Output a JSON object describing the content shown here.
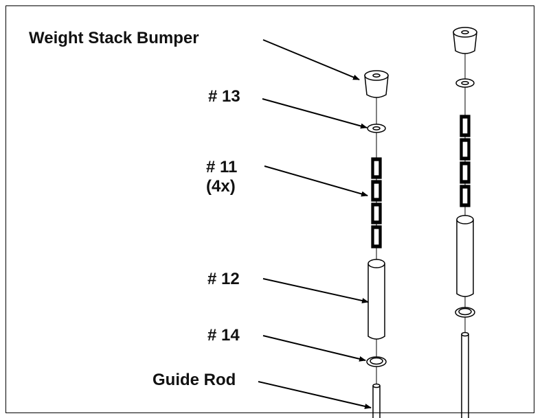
{
  "labels": {
    "bumper": "Weight Stack Bumper",
    "part13": "# 13",
    "part11": "# 11",
    "part11_qty": "(4x)",
    "part12": "# 12",
    "part14": "# 14",
    "guide_rod": "Guide Rod"
  }
}
